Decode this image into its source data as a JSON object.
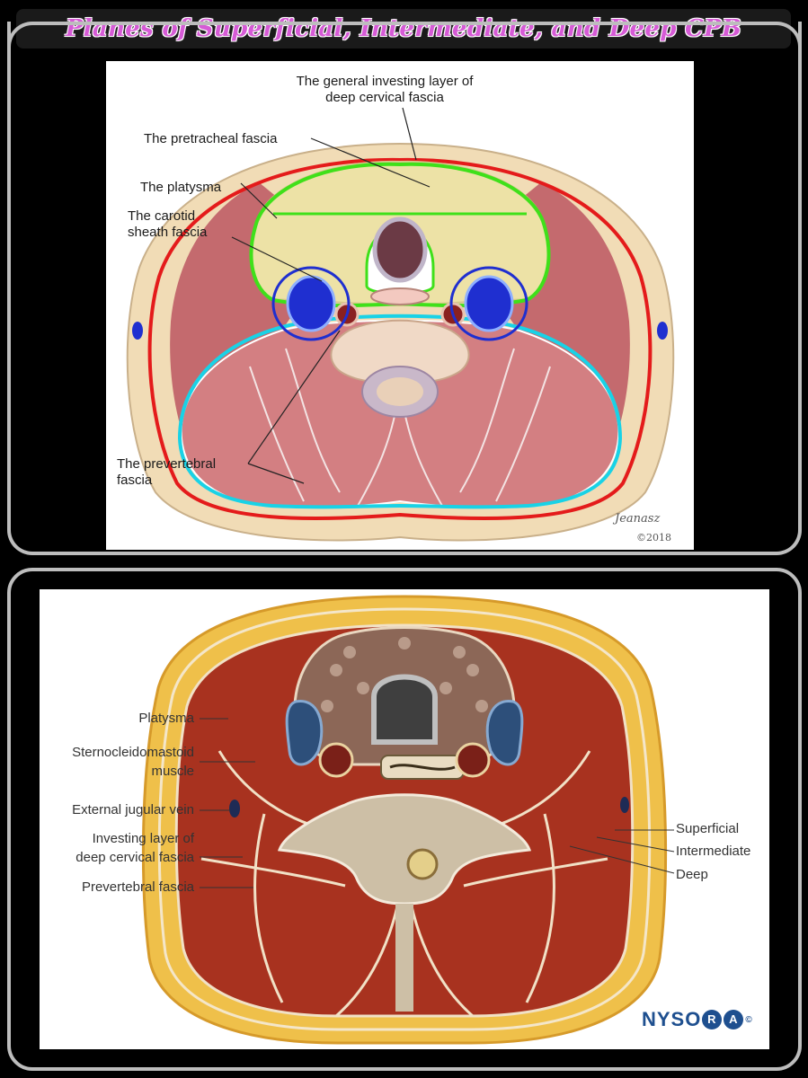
{
  "title": "Planes of Superficial, Intermediate, and Deep CPB",
  "top_figure": {
    "labels": {
      "general_investing_line1": "The general investing layer of",
      "general_investing_line2": "deep cervical fascia",
      "pretracheal": "The pretracheal fascia",
      "platysma": "The platysma",
      "carotid_line1": "The carotid",
      "carotid_line2": "sheath fascia",
      "prevertebral_line1": "The prevertebral",
      "prevertebral_line2": "fascia"
    },
    "signature": "Jeanasz",
    "year": "©2018",
    "colors": {
      "investing": "#e41b1b",
      "pretracheal": "#3fe01a",
      "prevertebral": "#19d2e6",
      "carotid": "#1f2fd0",
      "muscle": "#c46a6e",
      "skin": "#f1dcb6"
    }
  },
  "bottom_figure": {
    "labels": {
      "platysma": "Platysma",
      "scm_line1": "Sternocleidomastoid",
      "scm_line2": "muscle",
      "ejv": "External jugular vein",
      "investing_line1": "Investing layer of",
      "investing_line2": "deep cervical fascia",
      "prevertebral": "Prevertebral fascia",
      "superficial": "Superficial",
      "intermediate": "Intermediate",
      "deep": "Deep"
    },
    "logo": {
      "part1": "NYSO",
      "ring1": "R",
      "ring2": "A",
      "copyright": "©"
    }
  }
}
